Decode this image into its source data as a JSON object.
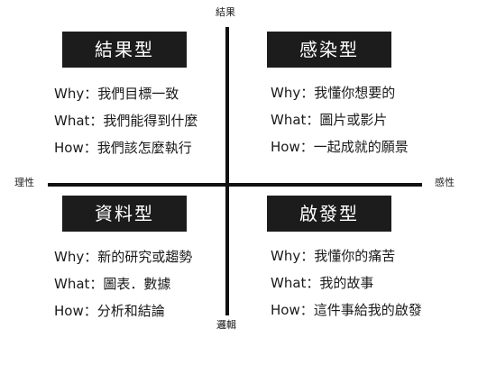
{
  "axes": {
    "top": "結果",
    "bottom": "邏輯",
    "left": "理性",
    "right": "感性"
  },
  "quadrants": [
    {
      "title": "結果型",
      "lines": [
        "Why：我們目標一致",
        "What：我們能得到什麼",
        "How：我們該怎麼執行"
      ]
    },
    {
      "title": "感染型",
      "lines": [
        "Why：我懂你想要的",
        "What：圖片或影片",
        "How：一起成就的願景"
      ]
    },
    {
      "title": "資料型",
      "lines": [
        "Why：新的研究或趨勢",
        "What：圖表．數據",
        "How：分析和結論"
      ]
    },
    {
      "title": "啟發型",
      "lines": [
        "Why：我懂你的痛苦",
        "What：我的故事",
        "How：這件事給我的啟發"
      ]
    }
  ]
}
